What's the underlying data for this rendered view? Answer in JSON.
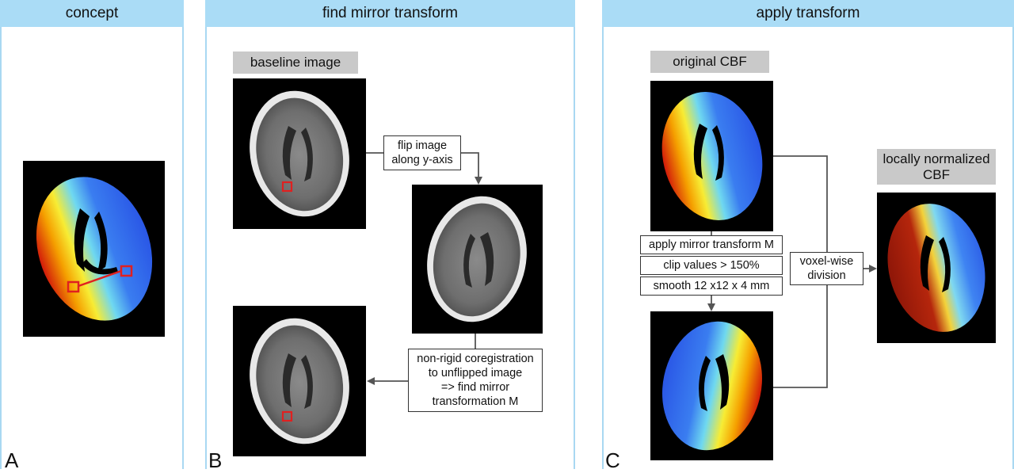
{
  "panels": {
    "a": {
      "title": "concept",
      "letter": "A"
    },
    "b": {
      "title": "find mirror transform",
      "letter": "B"
    },
    "c": {
      "title": "apply transform",
      "letter": "C"
    }
  },
  "labels": {
    "baseline": "baseline image",
    "original_cbf": "original CBF",
    "normalized_line1": "locally normalized",
    "normalized_line2": "CBF"
  },
  "steps": {
    "flip_line1": "flip image",
    "flip_line2": "along y-axis",
    "coreg_line1": "non-rigid coregistration",
    "coreg_line2": "to unflipped image",
    "coreg_line3": "=> find mirror",
    "coreg_line4": "transformation M",
    "apply_mirror": "apply mirror transform M",
    "clip": "clip values > 150%",
    "smooth": "smooth 12 x12 x 4 mm",
    "voxel_line1": "voxel-wise",
    "voxel_line2": "division"
  },
  "colors": {
    "header": "#aadcf6",
    "border": "#a9d8f2",
    "label_gray": "#c9c9c9",
    "roi_red": "#e02020",
    "arrow": "#555555"
  }
}
